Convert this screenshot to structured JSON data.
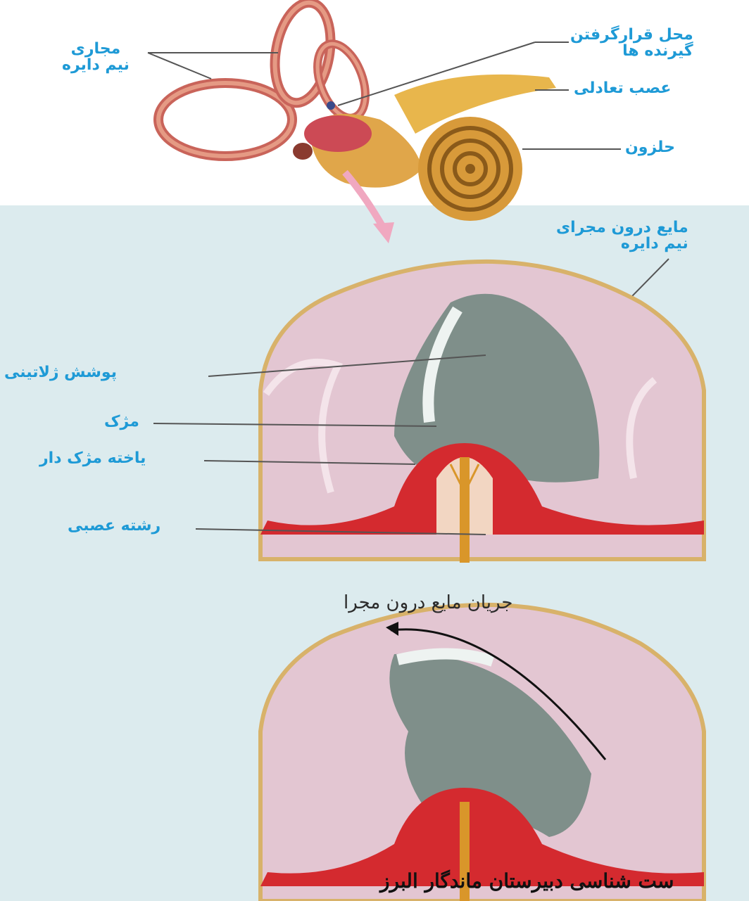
{
  "labels": {
    "semicircular_canals": [
      "مجاری",
      "نیم دایره"
    ],
    "receptor_location": [
      "محل قرارگرفتن",
      "گیرنده ها"
    ],
    "vestibular_nerve": "عصب تعادلی",
    "cochlea": "حلزون",
    "canal_fluid": [
      "مایع درون مجرای",
      "نیم دایره"
    ],
    "gelatinous_cover": "پوشش ژلاتینی",
    "cilia": "مژک",
    "hair_cell": "یاخته مژک دار",
    "nerve_fiber": "رشته عصبی"
  },
  "caption_flow": "جریان مایع درون مجرا",
  "footer": "ست شناسی دبیرستان ماندگار البرز",
  "colors": {
    "label": "#1e9ad6",
    "panel_bg": "#dfeef0",
    "chamber_wall": "#c79ab0",
    "hair_cells": "#d42a2f",
    "nerve": "#d9962a",
    "gel": "#8a9a94"
  }
}
